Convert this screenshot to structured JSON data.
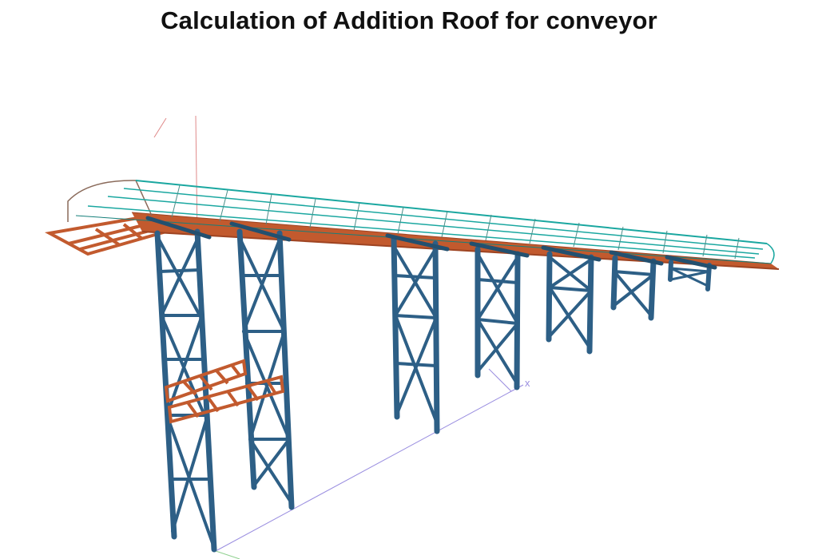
{
  "title": "Calculation of Addition Roof for conveyor",
  "axes": {
    "x_label": "x"
  },
  "colors": {
    "roof": "#1aa7a0",
    "roof_dark": "#157f7a",
    "deck": "#c25a2e",
    "deck_dark": "#9e4422",
    "tower": "#2d5f86",
    "tower_dark": "#23506f",
    "axis_x": "#9a8ee0",
    "axis_y": "#e08a8a",
    "axis_z": "#8fd08f"
  },
  "structure": {
    "elements": [
      "roof-canopy",
      "conveyor-deck",
      "entry-platform",
      "support-towers",
      "horizontal-trusses"
    ],
    "tower_count": 7
  }
}
